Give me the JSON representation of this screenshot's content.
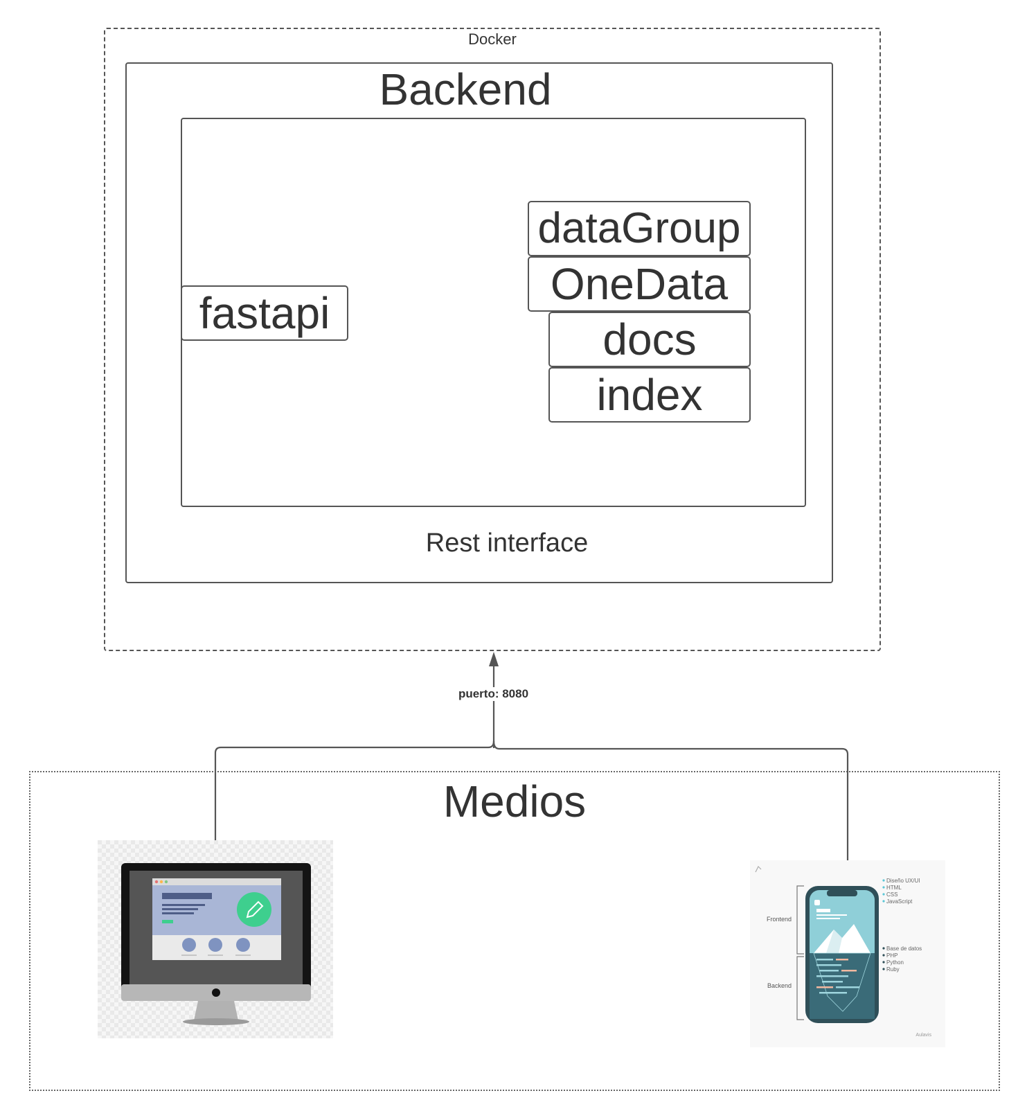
{
  "docker": {
    "label": "Docker"
  },
  "backend": {
    "title": "Backend",
    "footer_label": "Rest interface",
    "modules": {
      "fastapi": "fastapi",
      "dataGroup": "dataGroup",
      "oneData": "OneData",
      "docs": "docs",
      "index": "index"
    }
  },
  "connection": {
    "label": "puerto: 8080"
  },
  "medios": {
    "title": "Medios",
    "desktop_icon": "desktop-computer-icon",
    "phone_image": {
      "icon": "mobile-app-illustration",
      "frontend_label": "Frontend",
      "backend_label": "Backend",
      "frontend_items": [
        "Diseño UX/UI",
        "HTML",
        "CSS",
        "JavaScript"
      ],
      "backend_items": [
        "Base de datos",
        "PHP",
        "Python",
        "Ruby"
      ],
      "brand": "Aulavis"
    }
  },
  "colors": {
    "line": "#555555",
    "text": "#333333",
    "accent_green": "#3ecf8e",
    "phone_teal": "#3a6b78",
    "screen_blue": "#a9b6d6"
  }
}
